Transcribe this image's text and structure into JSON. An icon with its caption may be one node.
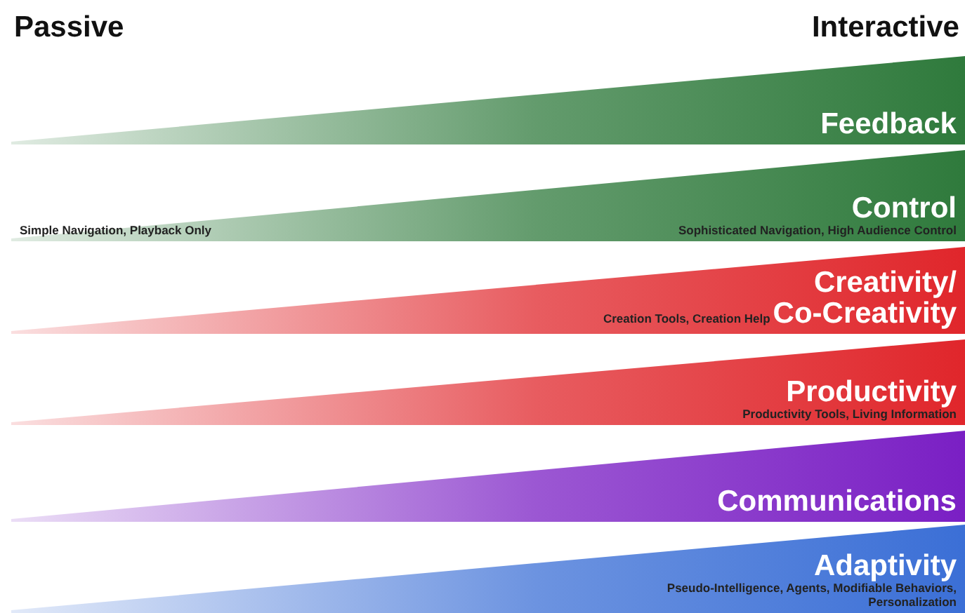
{
  "diagram": {
    "nodes": [
      {
        "text": [
          "Feedback"
        ]
      },
      {
        "text": [
          "Simple Navigation, Playback Only",
          "Control",
          "Sophisticated Navigation, High Audience Control"
        ]
      },
      {
        "text": [
          "Creation Tools, Creation Help",
          "Creativity/ Co-Creativity"
        ]
      },
      {
        "text": [
          "Productivity",
          "Productivity Tools, Living Information"
        ]
      },
      {
        "text": [
          "Communications"
        ]
      },
      {
        "text": [
          "Adaptivity",
          "Pseudo-Intelligence, Agents, Modifiable Behaviors, Personalization"
        ]
      }
    ],
    "labels": [
      "Passive",
      "Interactive"
    ]
  }
}
